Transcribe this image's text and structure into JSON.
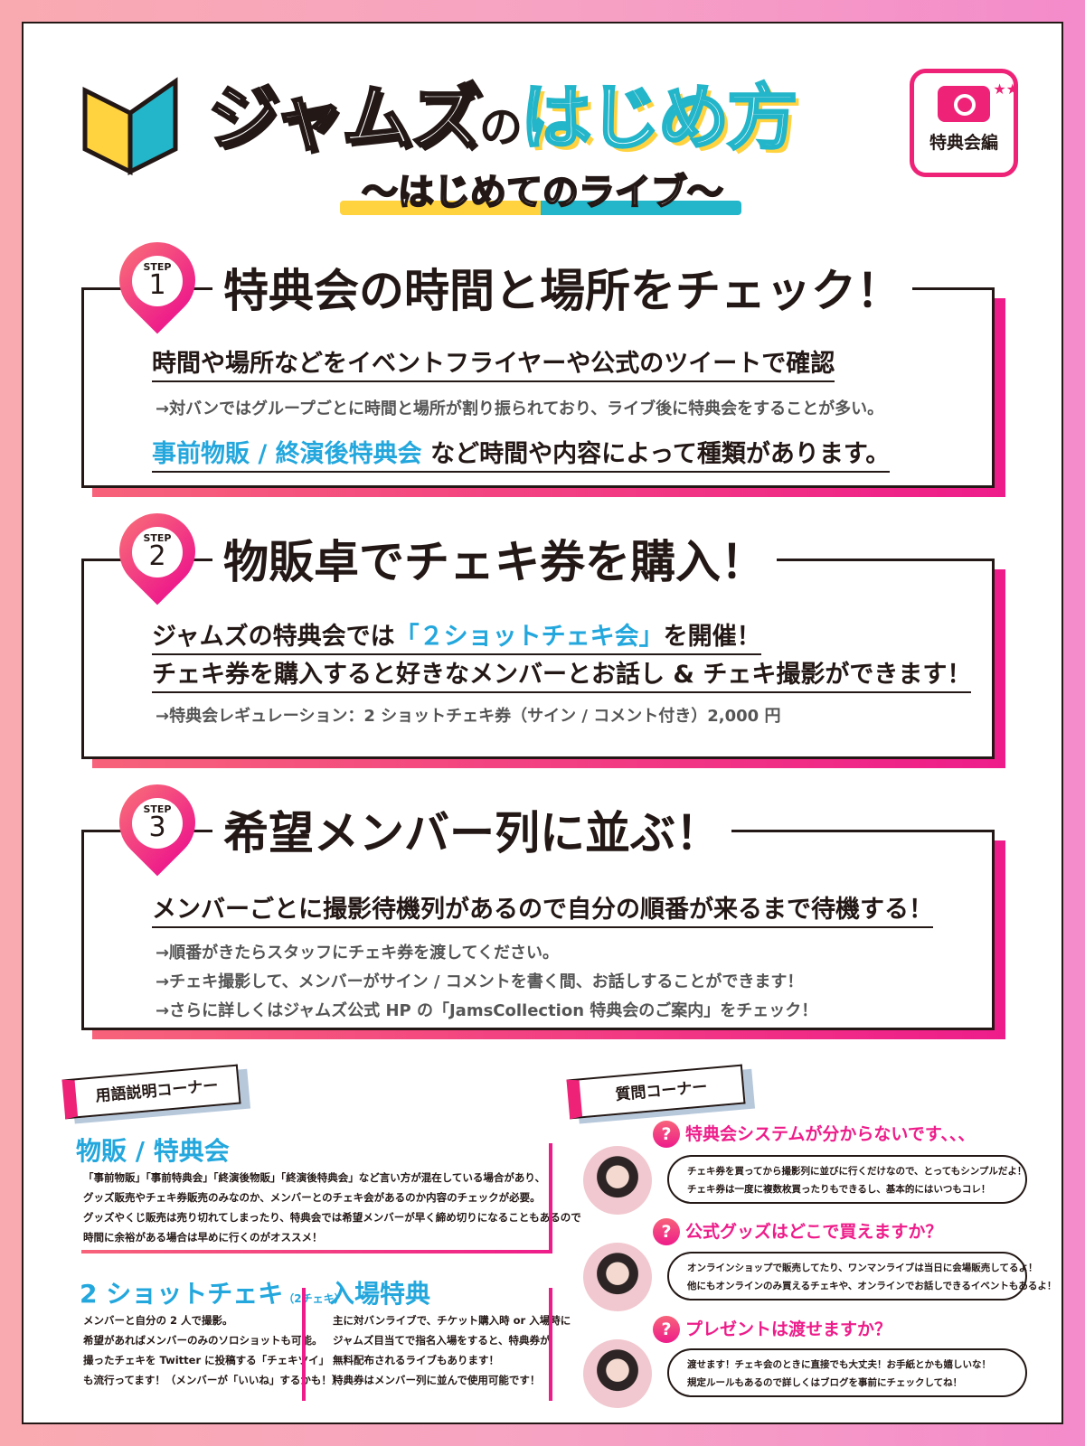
{
  "header": {
    "title_part1": "ジャムズ",
    "title_no": "の",
    "title_part2": "はじめ方",
    "subtitle": "〜はじめてのライブ〜",
    "badge_label": "特典会編",
    "badge_icon": "camera-icon"
  },
  "colors": {
    "accent_pink": "#ee1c8a",
    "accent_blue": "#23a7dd",
    "accent_yellow": "#ffd23f",
    "accent_teal": "#23b5c9"
  },
  "steps": [
    {
      "step_label": "STEP",
      "number": "1",
      "title": "特典会の時間と場所をチェック！",
      "lead": "時間や場所などをイベントフライヤーや公式のツイートで確認",
      "note": "→対バンではグループごとに時間と場所が割り振られており、ライブ後に特典会をすることが多い。",
      "lead2_highlight": "事前物販 / 終演後特典会",
      "lead2_rest": " など時間や内容によって種類があります。"
    },
    {
      "step_label": "STEP",
      "number": "2",
      "title": "物販卓でチェキ券を購入！",
      "lead_pre": "ジャムズの特典会では",
      "lead_highlight": "「２ショットチェキ会」",
      "lead_post": "を開催！",
      "lead2": "チェキ券を購入すると好きなメンバーとお話し & チェキ撮影ができます！",
      "note": "→特典会レギュレーション：2 ショットチェキ券（サイン / コメント付き）2,000 円"
    },
    {
      "step_label": "STEP",
      "number": "3",
      "title": "希望メンバー列に並ぶ！",
      "lead": "メンバーごとに撮影待機列があるので自分の順番が来るまで待機する！",
      "notes": [
        "→順番がきたらスタッフにチェキ券を渡してください。",
        "→チェキ撮影して、メンバーがサイン / コメントを書く間、お話しすることができます！",
        "→さらに詳しくはジャムズ公式 HP の「JamsCollection 特典会のご案内」をチェック！"
      ]
    }
  ],
  "glossary": {
    "tag": "用語説明コーナー",
    "items": [
      {
        "term": "物販 / 特典会",
        "lines": [
          "「事前物販」「事前特典会」「終演後物販」「終演後特典会」など言い方が混在している場合があり、",
          "グッズ販売やチェキ券販売のみなのか、メンバーとのチェキ会があるのか内容のチェックが必要。",
          "グッズやくじ販売は売り切れてしまったり、特典会では希望メンバーが早く締め切りになることもあるので",
          "時間に余裕がある場合は早めに行くのがオススメ！"
        ]
      },
      {
        "term": "2 ショットチェキ",
        "term_note": "（2チェキ）",
        "lines": [
          "メンバーと自分の 2 人で撮影。",
          "希望があればメンバーのみのソロショットも可能。",
          "撮ったチェキを Twitter に投稿する「チェキツイ」",
          "も流行ってます！（メンバーが「いいね」するかも！）"
        ]
      },
      {
        "term": "入場特典",
        "lines": [
          "主に対バンライブで、チケット購入時 or 入場時に",
          "ジャムズ目当てで指名入場をすると、特典券が",
          "無料配布されるライブもあります！",
          "特典券はメンバー列に並んで使用可能です！"
        ]
      }
    ]
  },
  "faq": {
    "tag": "質問コーナー",
    "items": [
      {
        "question": "特典会システムが分からないです、、、",
        "answer": [
          "チェキ券を買ってから撮影列に並びに行くだけなので、とってもシンプルだよ！",
          "チェキ券は一度に複数枚買ったりもできるし、基本的にはいつもコレ！"
        ]
      },
      {
        "question": "公式グッズはどこで買えますか？",
        "answer": [
          "オンラインショップで販売してたり、ワンマンライブは当日に会場販売してるよ！",
          "他にもオンラインのみ買えるチェキや、オンラインでお話しできるイベントもあるよ！"
        ]
      },
      {
        "question": "プレゼントは渡せますか？",
        "answer": [
          "渡せます！チェキ会のときに直接でも大丈夫！お手紙とかも嬉しいな！",
          "規定ルールもあるので詳しくはブログを事前にチェックしてね！"
        ]
      }
    ]
  }
}
